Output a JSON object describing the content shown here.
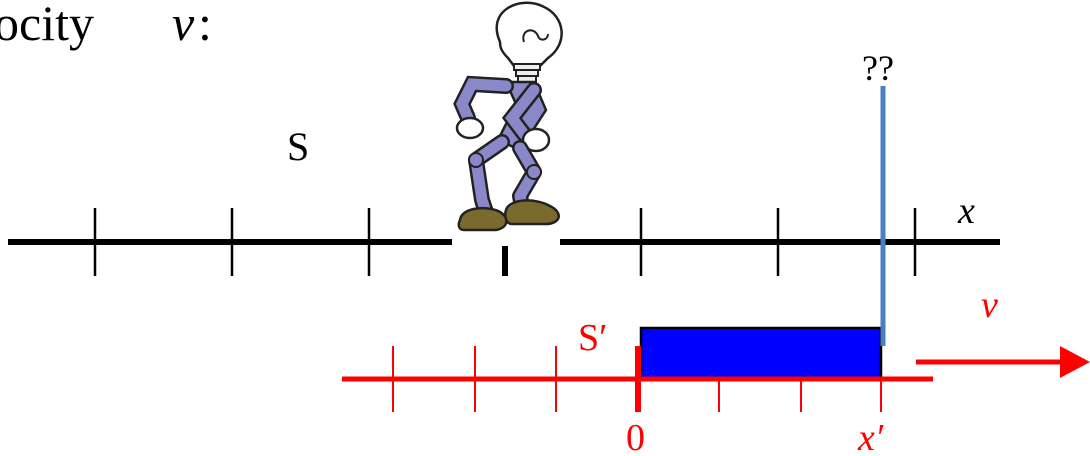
{
  "heading": {
    "text": "ocity",
    "variable": "v",
    "colon": ":"
  },
  "frame_s": {
    "label": "S",
    "axis_label": "x",
    "color": "#000000"
  },
  "frame_s_prime": {
    "label": "S′",
    "origin_label": "0",
    "point_label": "x′",
    "velocity_label": "v",
    "color": "#ff0000"
  },
  "unknown_label": "??",
  "rod": {
    "fill_color": "#0000ff",
    "outline_color": "#000000"
  },
  "marker_line": {
    "color": "#4a7fc1"
  },
  "observer": {
    "icon": "lightbulb-head-robot-observer"
  }
}
